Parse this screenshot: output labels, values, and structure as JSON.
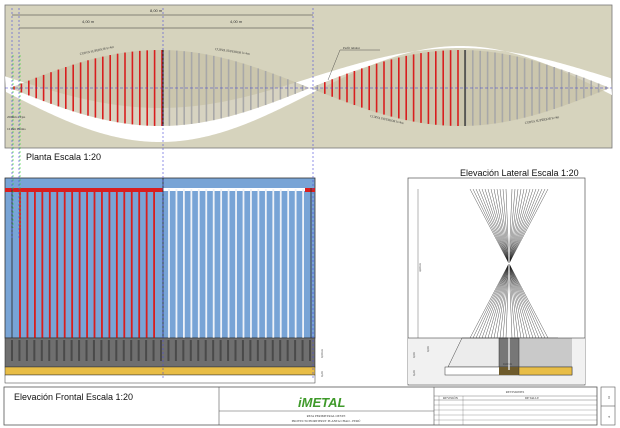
{
  "plan": {
    "title": "Planta Escala 1:20",
    "dim_total": "8,00 m",
    "dim_left": "4,00 m",
    "dim_right": "4,00 m",
    "curve_labels": [
      "CURVA SUPERIOR h=4m",
      "CURVA SUPERIOR h=4m",
      "CURVA INFERIOR h=4m",
      "CURVA SUPERIOR h=4m"
    ],
    "leader_note": "Perfil tubular",
    "dim_axis": "200mm a Ejes",
    "dim_width": "16 mm Platina"
  },
  "front": {
    "title": "Elevación Frontal Escala 1:20",
    "dim_base": "0,60 m",
    "dim_footing": "0,20"
  },
  "side": {
    "title": "Elevación Lateral Escala 1:20",
    "dim_height": "4,00 m",
    "dim_base": "0,60",
    "dim_embed": "0,60",
    "dim_footing": "0,20",
    "dim_width": "0,60 m"
  },
  "title_block": {
    "logo": "iMETAL",
    "line1": "REJA PERIMETRAL OESTE",
    "line2": "PROYECTO HORTIFRUT PLANTA CHAO - PERÚ",
    "revisions_title": "REVISIONES",
    "rev_col1": "REVISIÓN",
    "rev_col2": "DETALLE",
    "sheet": "01",
    "size": "A"
  },
  "colors": {
    "red": "#d81e1e",
    "blue": "#78a4d6",
    "sand": "#d6d3bd",
    "yellow": "#e8bd46",
    "grey": "#6f6f6f"
  }
}
